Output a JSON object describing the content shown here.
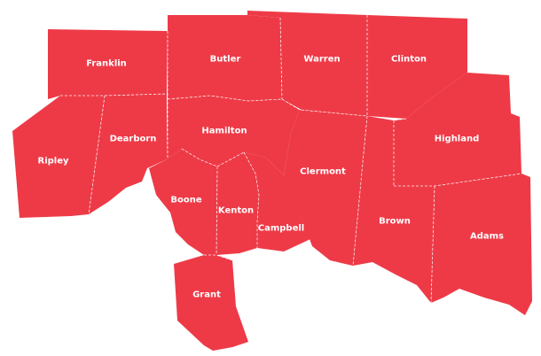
{
  "map": {
    "fill_color": "#ee3a47",
    "border_color": "#ffffff",
    "counties": [
      {
        "id": "franklin",
        "label": "Franklin"
      },
      {
        "id": "butler",
        "label": "Butler"
      },
      {
        "id": "warren",
        "label": "Warren"
      },
      {
        "id": "clinton",
        "label": "Clinton"
      },
      {
        "id": "ripley",
        "label": "Ripley"
      },
      {
        "id": "dearborn",
        "label": "Dearborn"
      },
      {
        "id": "hamilton",
        "label": "Hamilton"
      },
      {
        "id": "highland",
        "label": "Highland"
      },
      {
        "id": "clermont",
        "label": "Clermont"
      },
      {
        "id": "boone",
        "label": "Boone"
      },
      {
        "id": "kenton",
        "label": "Kenton"
      },
      {
        "id": "campbell",
        "label": "Campbell"
      },
      {
        "id": "brown",
        "label": "Brown"
      },
      {
        "id": "adams",
        "label": "Adams"
      },
      {
        "id": "grant",
        "label": "Grant"
      }
    ]
  }
}
